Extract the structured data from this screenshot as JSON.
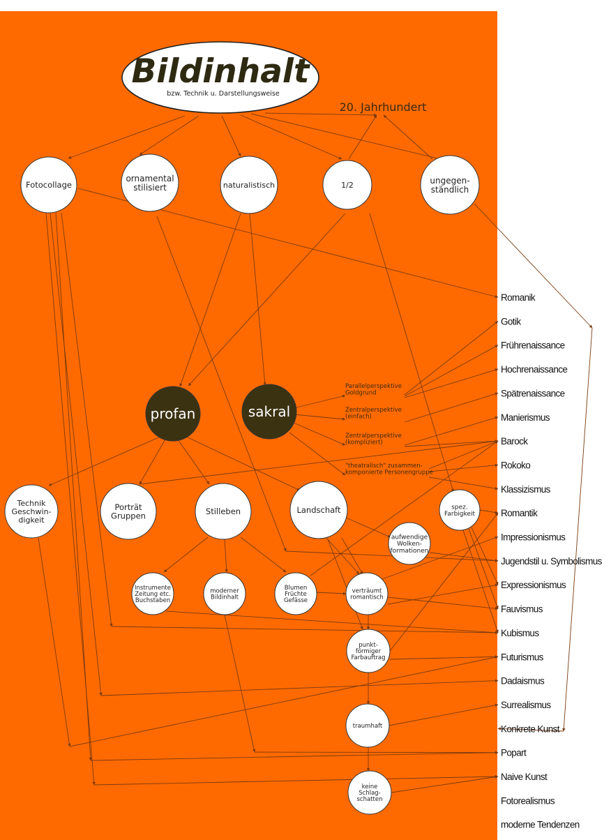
{
  "title": "Bildinhalt",
  "subtitle": "bzw.  Technik  u.  Darstellungsweise",
  "century_label": "20.  Jahrhundert",
  "colors": {
    "panel": "#FF6A00",
    "circle_fill": "#FFFFFF",
    "dark_circle": "#3B3212",
    "line": "#7A3A10",
    "background": "#FFFFFF"
  },
  "nodes": {
    "fotocollage": [
      "Fotocollage"
    ],
    "ornamental": [
      "ornamental",
      "stilisiert"
    ],
    "naturalistisch": [
      "naturalistisch"
    ],
    "half": [
      "1/2"
    ],
    "ungegenstaendlich": [
      "ungegen-",
      "ständlich"
    ],
    "profan": [
      "profan"
    ],
    "sakral": [
      "sakral"
    ],
    "technik": [
      "Technik",
      "Geschwin-",
      "digkeit"
    ],
    "portraet": [
      "Porträt",
      "Gruppen"
    ],
    "stilleben": [
      "Stilleben"
    ],
    "landschaft": [
      "Landschaft"
    ],
    "farbigkeit": [
      "spez.",
      "Farbigkeit"
    ],
    "wolken": [
      "aufwendige",
      "Wolken-",
      "formationen"
    ],
    "instrumente": [
      "Instrumente",
      "Zeitung  etc.",
      "Buchstaben"
    ],
    "moderner": [
      "moderner",
      "Bildinhalt"
    ],
    "blumen": [
      "Blumen",
      "Früchte",
      "Gefässe"
    ],
    "vertraeumt": [
      "verträumt",
      "romantisch"
    ],
    "punkt": [
      "punkt-",
      "förmiger",
      "Farbauftrag"
    ],
    "traumhaft": [
      "traumhaft"
    ],
    "schlagschatten": [
      "keine",
      "Schlag-",
      "schatten"
    ]
  },
  "perspectives": {
    "parallel": [
      "Parallelperspektive",
      "Goldgrund"
    ],
    "zentral_einfach": [
      "Zentralperspektive",
      "(einfach)"
    ],
    "zentral_kompliziert": [
      "Zentralperspektive",
      "(kompliziert)"
    ],
    "theatralisch": [
      "\"theatralisch\"  zusammen-",
      "komponierte  Personengruppe"
    ]
  },
  "styles": [
    "Romanik",
    "Gotik",
    "Frührenaissance",
    "Hochrenaissance",
    "Spätrenaissance",
    "Manierismus",
    "Barock",
    "Rokoko",
    "Klassizismus",
    "Romantik",
    "Impressionismus",
    "Jugendstil u. Symbolismus",
    "Expressionismus",
    "Fauvismus",
    "Kubismus",
    "Futurismus",
    "Dadaismus",
    "Surrealismus",
    "Konkrete Kunst",
    "Popart",
    "Naive Kunst",
    "Fotorealismus",
    "moderne Tendenzen"
  ]
}
